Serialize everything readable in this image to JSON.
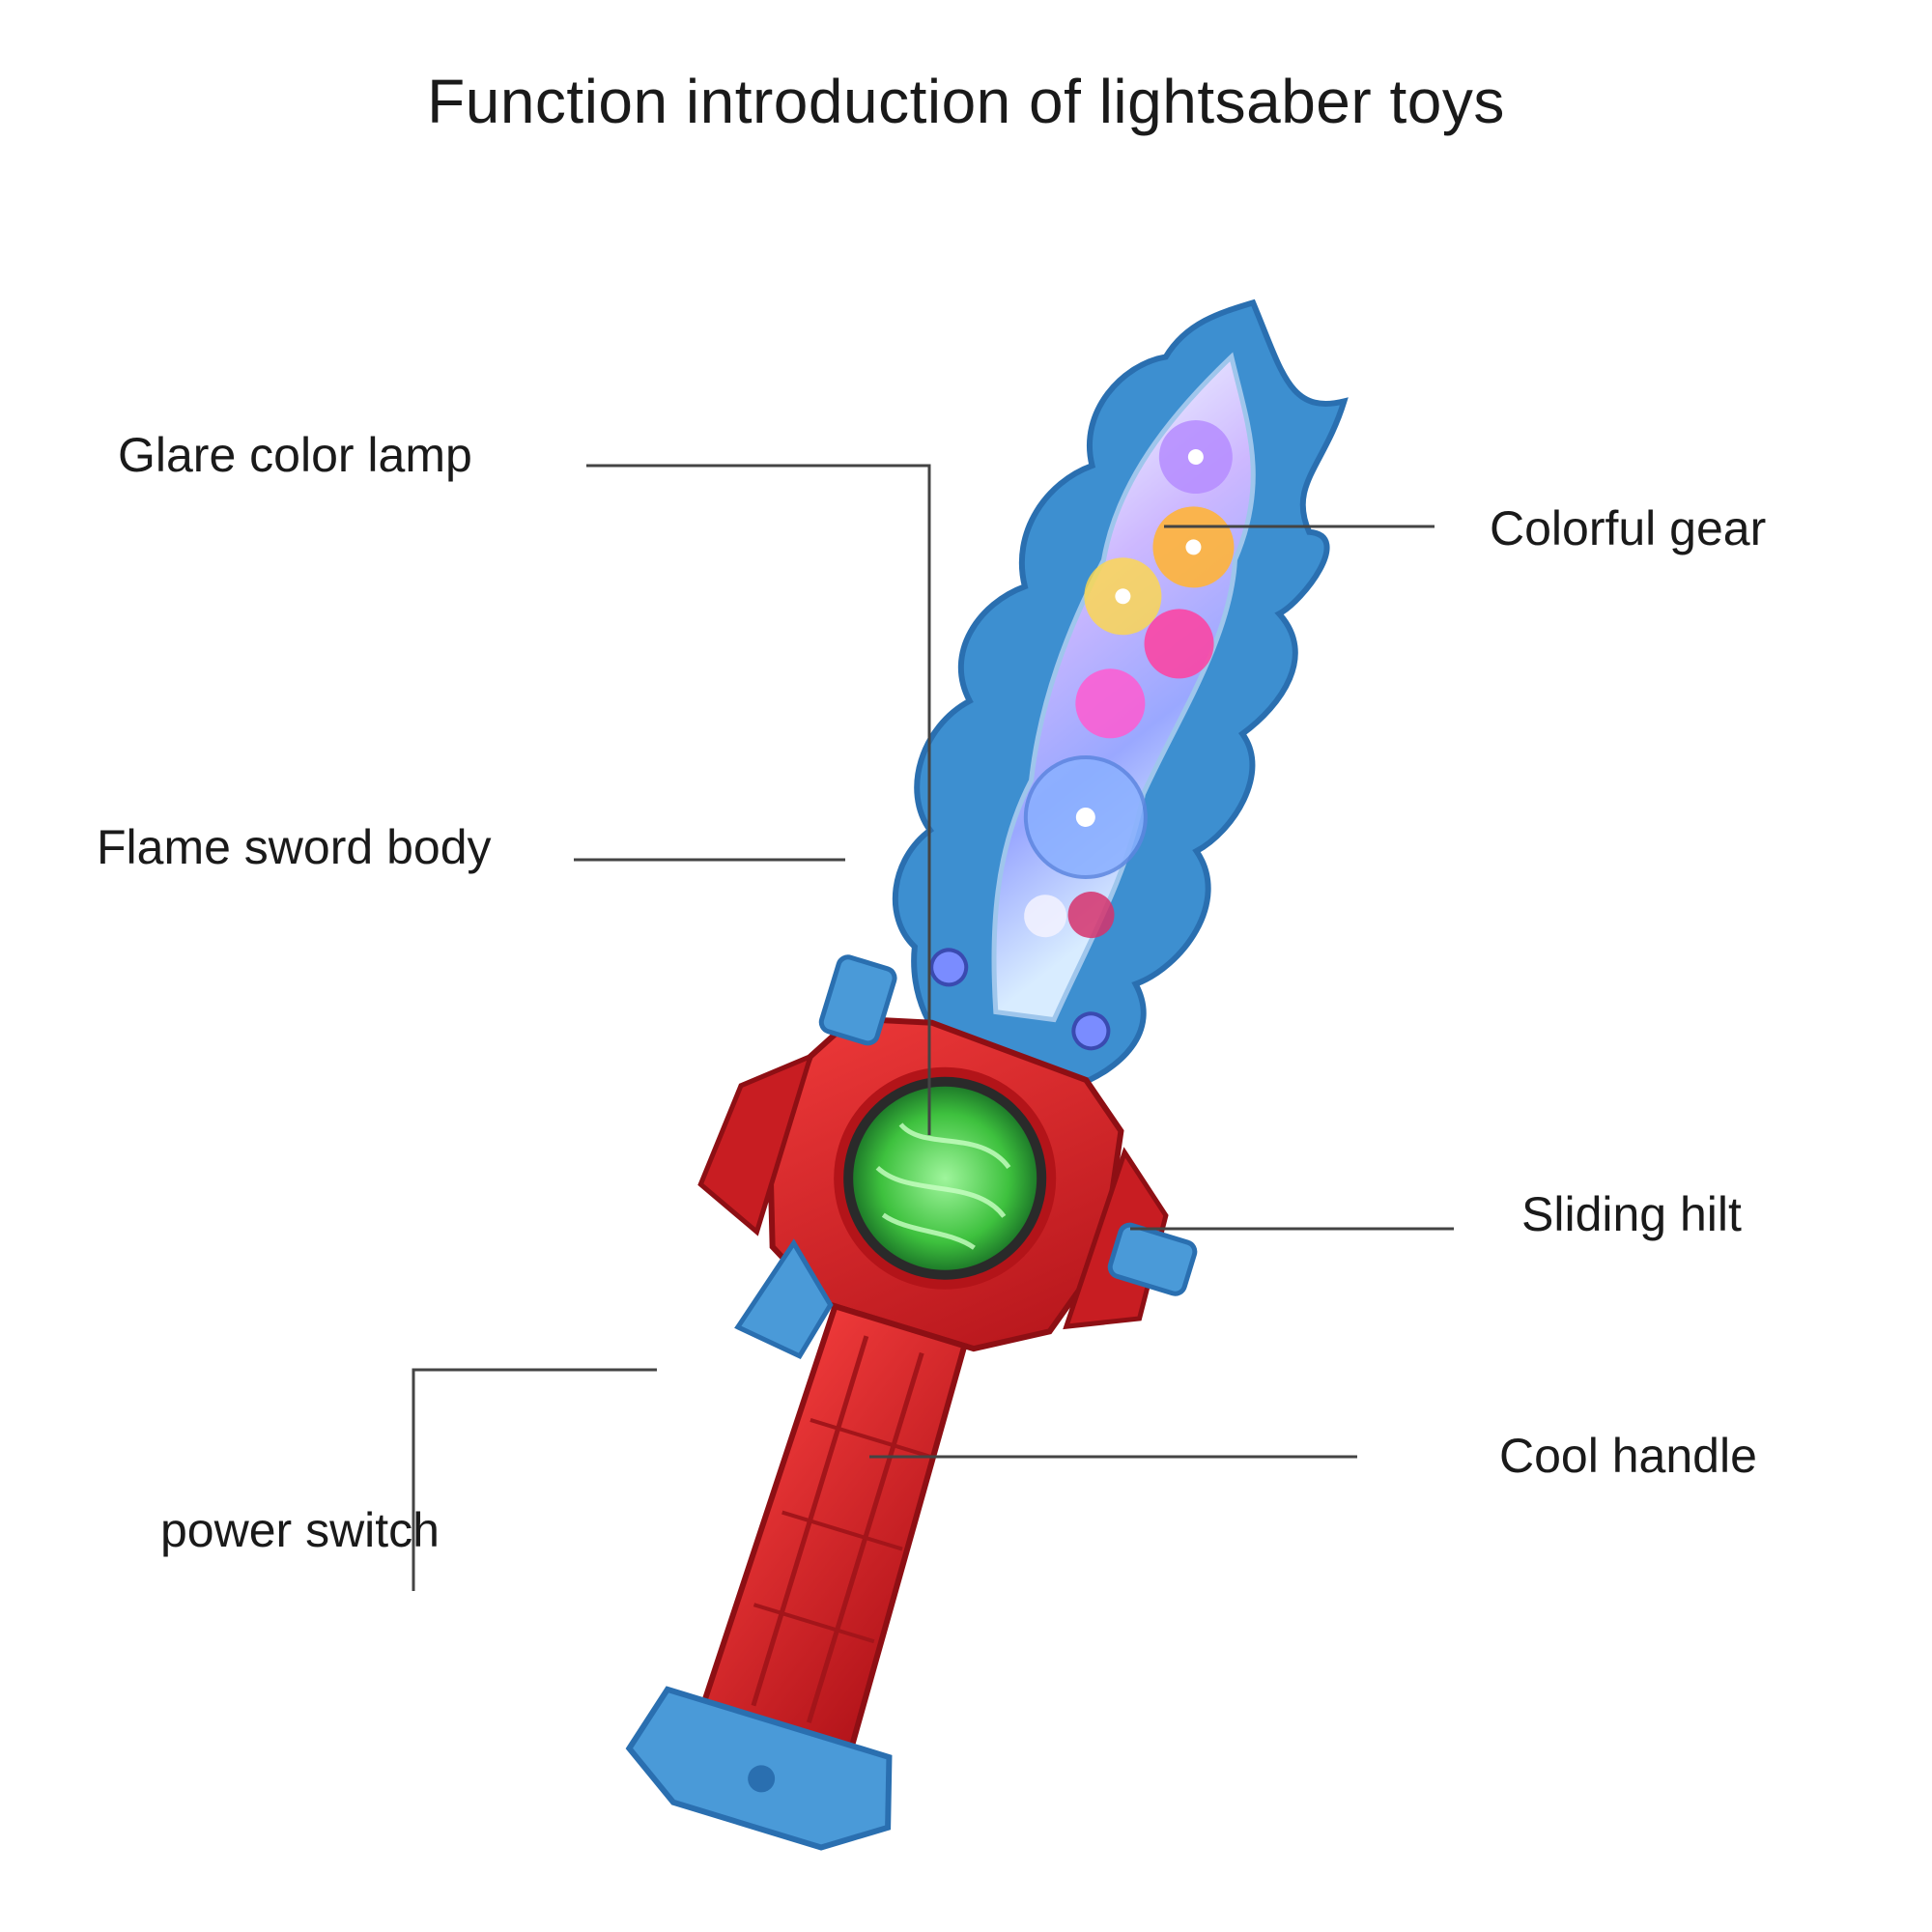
{
  "title": "Function introduction of lightsaber toys",
  "callouts": {
    "glare_lamp": "Glare color lamp",
    "flame_body": "Flame sword body",
    "power_switch": "power switch",
    "colorful_gear": "Colorful gear",
    "sliding_hilt": "Sliding hilt",
    "cool_handle": "Cool handle"
  },
  "colors": {
    "blade_blue": "#3d8fd0",
    "blade_inner": "#dfe8ff",
    "guard_red": "#d41f24",
    "lamp_green": "#3ec13e",
    "leader_line": "#444444"
  }
}
